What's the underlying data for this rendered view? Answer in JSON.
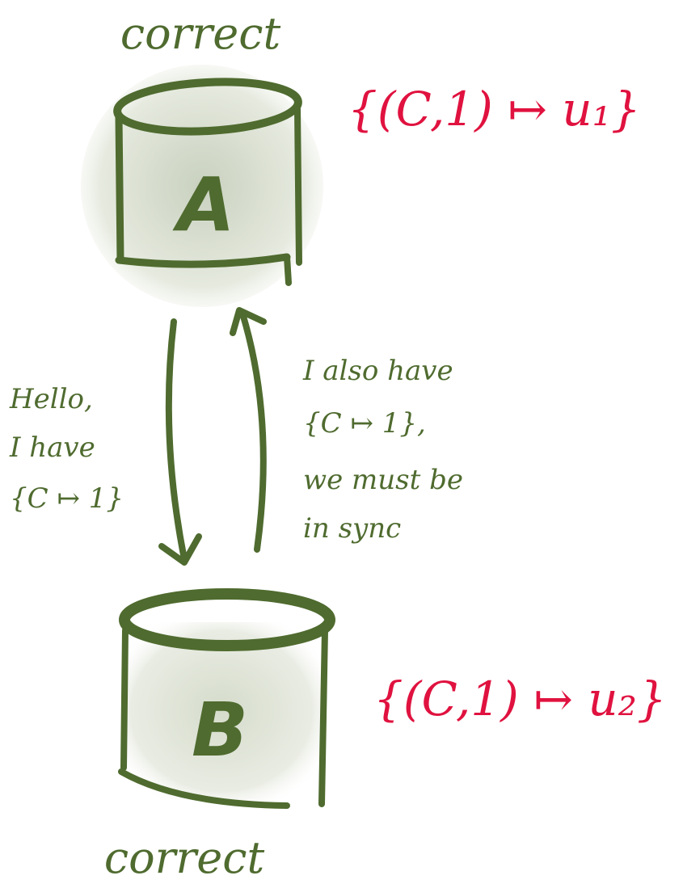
{
  "nodes": {
    "a": {
      "label": "A",
      "status": "correct",
      "state": "{(C,1) ↦ u₁}"
    },
    "b": {
      "label": "B",
      "status": "correct",
      "state": "{(C,1) ↦ u₂}"
    }
  },
  "messages": {
    "a_to_b": [
      "Hello,",
      "I have",
      "{C ↦ 1}"
    ],
    "b_to_a": [
      "I also have",
      "{C ↦ 1},",
      "we must be",
      "in sync"
    ]
  },
  "colors": {
    "ink": "#4f6b2f",
    "highlight": "#e0123f",
    "wash": "#dde3d4"
  }
}
